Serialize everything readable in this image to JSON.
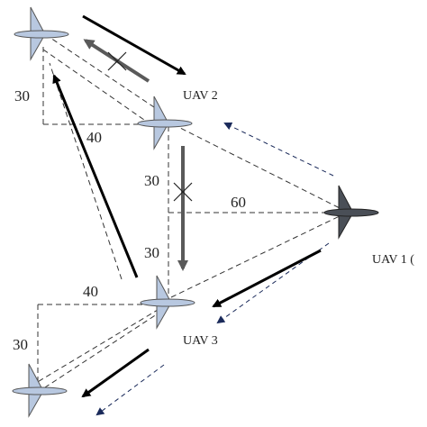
{
  "labels": {
    "uav1": "UAV 1 (",
    "uav2": "UAV 2",
    "uav3": "UAV 3"
  },
  "distances": {
    "d30_top_left": "30",
    "d40_upper": "40",
    "d30_mid_upper": "30",
    "d60": "60",
    "d30_mid_lower": "30",
    "d40_lower": "40",
    "d30_bottom_left": "30"
  },
  "colors": {
    "aircraft_light": "#b8c8e0",
    "aircraft_dark": "#4a4f57",
    "arrow_black": "#000000",
    "arrow_gray": "#5a5a5a",
    "dashed": "#333333"
  },
  "icons": {
    "uav_marker": "delta-wing-aircraft-icon",
    "blocked": "cross-mark-icon"
  }
}
